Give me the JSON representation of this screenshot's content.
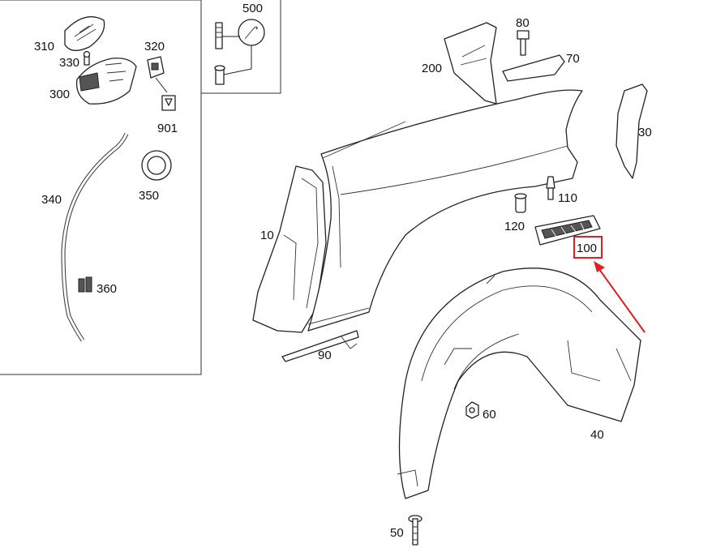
{
  "diagram": {
    "accent_color": "#e02020",
    "highlighted_part": "100",
    "callouts": {
      "p10": "10",
      "p30": "30",
      "p40": "40",
      "p50": "50",
      "p60": "60",
      "p70": "70",
      "p80": "80",
      "p90": "90",
      "p100": "100",
      "p110": "110",
      "p120": "120",
      "p200": "200",
      "p300": "300",
      "p310": "310",
      "p320": "320",
      "p330": "330",
      "p340": "340",
      "p350": "350",
      "p360": "360",
      "p500": "500",
      "p901": "901"
    }
  }
}
